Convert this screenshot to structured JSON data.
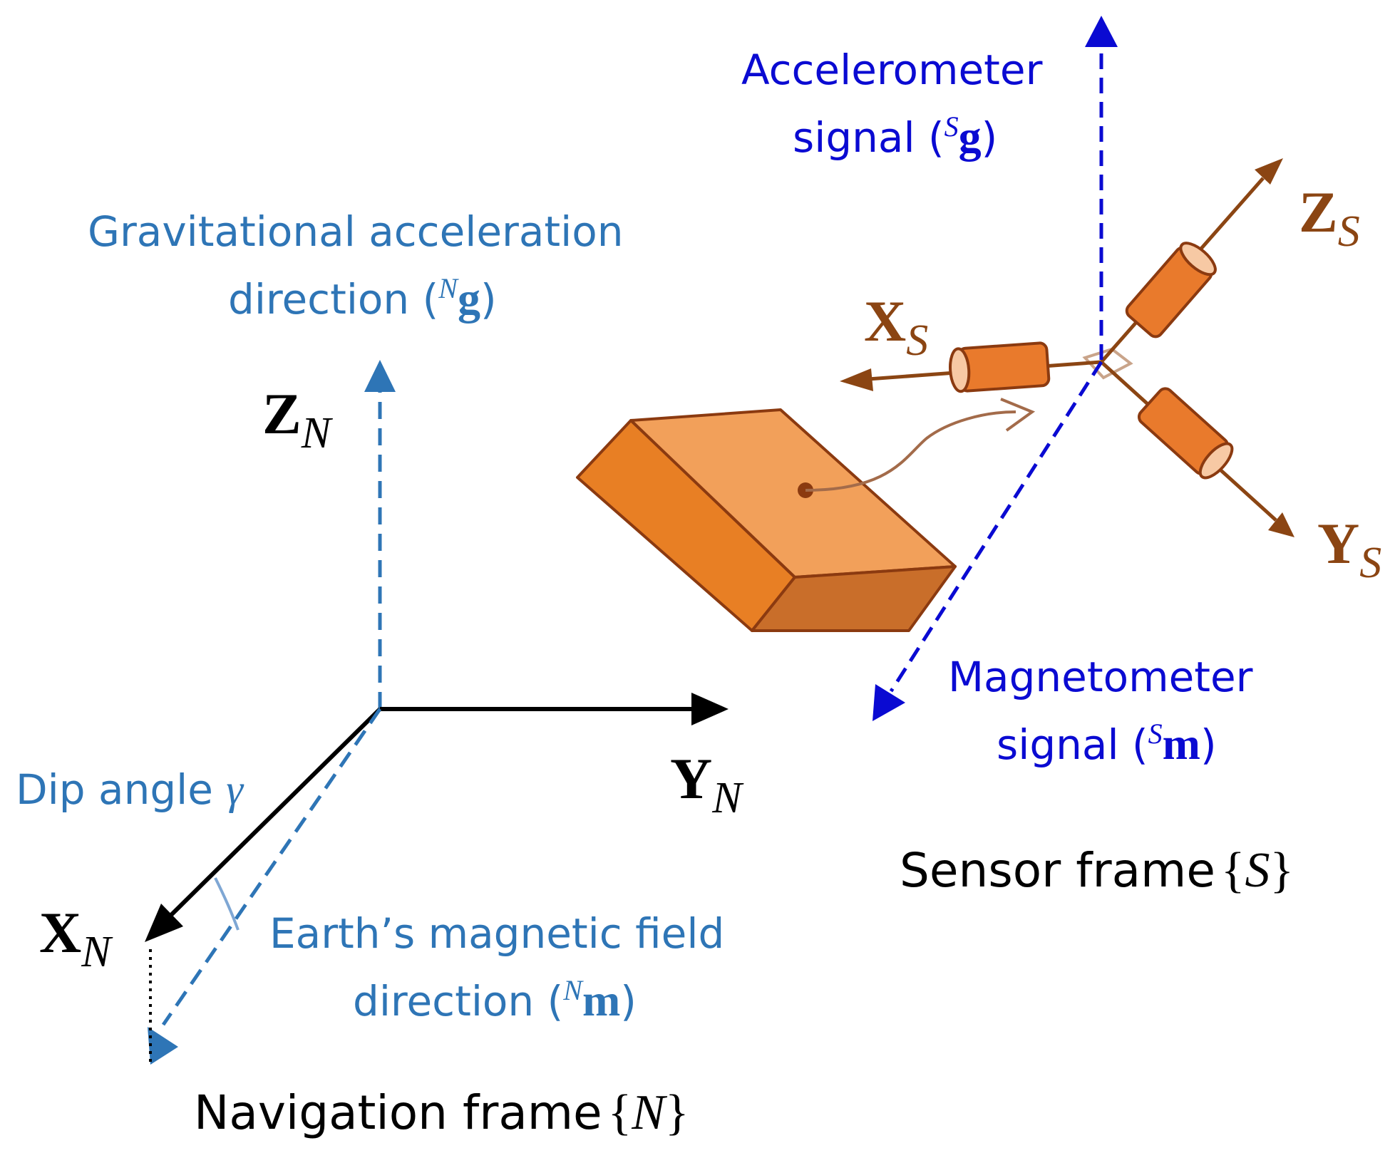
{
  "colors": {
    "nav_axes": "#000000",
    "light_blue": "#2e75b6",
    "dark_blue": "#0a0ad2",
    "sensor_brown": "#8b4513",
    "box_top": "#f2a05a",
    "box_front": "#e87f24",
    "box_side": "#c96e2a",
    "box_edge": "#8b3a10",
    "coil_fill": "#e97a2c",
    "coil_cap": "#f7c9a4"
  },
  "labels": {
    "gravity": {
      "line1": "Gravitational acceleration",
      "line2_pre": "direction (",
      "sup": "N",
      "bold": "g",
      "close": ")"
    },
    "accel": {
      "line1": "Accelerometer",
      "line2_pre": "signal (",
      "sup": "S",
      "bold": "g",
      "close": ")"
    },
    "magneto": {
      "line1": "Magnetometer",
      "line2_pre": "signal (",
      "sup": "S",
      "bold": "m",
      "close": ")"
    },
    "earth_field": {
      "line1": "Earth’s magnetic field",
      "line2_pre": "direction (",
      "sup": "N",
      "bold": "m",
      "close": ")"
    },
    "dip": {
      "text": "Dip angle ",
      "symbol": "γ"
    },
    "nav_frame": {
      "text": "Navigation frame",
      "brace_open": "{",
      "symbol": "N",
      "brace_close": "}"
    },
    "sensor_frame": {
      "text": "Sensor frame",
      "brace_open": "{",
      "symbol": "S",
      "brace_close": "}"
    }
  },
  "axes": {
    "nav": {
      "z": {
        "main": "Z",
        "sub": "N"
      },
      "y": {
        "main": "Y",
        "sub": "N"
      },
      "x": {
        "main": "X",
        "sub": "N"
      }
    },
    "sensor": {
      "z": {
        "main": "Z",
        "sub": "S"
      },
      "y": {
        "main": "Y",
        "sub": "S"
      },
      "x": {
        "main": "X",
        "sub": "S"
      }
    }
  }
}
